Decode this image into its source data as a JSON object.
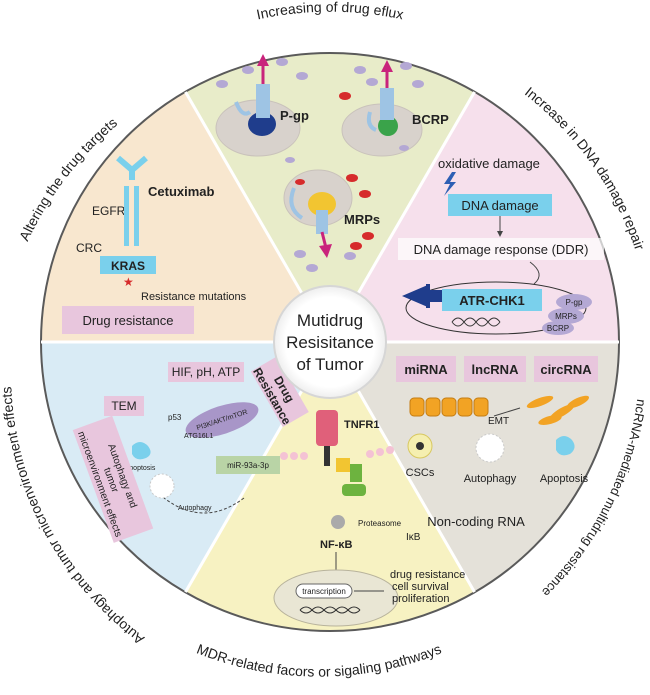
{
  "center": {
    "line1": "Mutidrug",
    "line2": "Resisitance",
    "line3": "of Tumor"
  },
  "outer_labels": {
    "drug_efflux": "Increasing of drug eflux",
    "dna_repair": "Increase in DNA damage repair",
    "ncrna": "ncRNA-mediated multidrug resistance",
    "pathways": "MDR-related facors or sigaling pathways",
    "autophagy": "Autophagy and tumor microenvironment effects",
    "targets": "Altering the drug targets"
  },
  "efflux": {
    "pgp": "P-gp",
    "bcrp": "BCRP",
    "mrps": "MRPs"
  },
  "targets": {
    "cetuximab": "Cetuximab",
    "egfr": "EGFR",
    "crc": "CRC",
    "kras": "KRAS",
    "mutations": "Resistance mutations",
    "drug_resistance": "Drug resistance"
  },
  "dna": {
    "oxidative": "oxidative damage",
    "damage": "DNA damage",
    "ddr": "DNA damage response (DDR)",
    "atr": "ATR-CHK1",
    "pgp": "P-gp",
    "mrps": "MRPs",
    "bcrp": "BCRP"
  },
  "ncrna": {
    "mirna": "miRNA",
    "lncrna": "lncRNA",
    "circrna": "circRNA",
    "emt": "EMT",
    "cscs": "CSCs",
    "autophagy": "Autophagy",
    "apoptosis": "Apoptosis",
    "noncoding": "Non-coding RNA"
  },
  "pathways": {
    "tnfr1": "TNFR1",
    "proteasome": "Proteasome",
    "ikb": "IκB",
    "nfkb": "NF-κB",
    "transcription": "transcription",
    "out1": "drug resistance",
    "out2": "cell survival",
    "out3": "proliferation"
  },
  "autophagy": {
    "hif": "HIF, pH, ATP",
    "drug_res1": "Drug",
    "drug_res2": "Resistance",
    "tem": "TEM",
    "p53": "p53",
    "pi3k": "PI3K/AKT/mTOR",
    "atg": "ATG16L1",
    "apoptosis": "Apoptosis",
    "mir": "miR-93a-3p",
    "autophagy_small": "Autophagy",
    "vbox1": "Autophagy and",
    "vbox2": "tumor",
    "vbox3": "microenvironment effects"
  },
  "colors": {
    "top": "#e8ecc9",
    "upper_right": "#f6e0ec",
    "lower_right": "#e4e1d9",
    "bottom": "#f7f2c2",
    "lower_left": "#d9ebf5",
    "upper_left": "#f8e7cf",
    "box_blue": "#7ad0ec",
    "box_pink": "#e8c6dd",
    "pink_dark": "#c9247c",
    "red": "#d62b2b"
  }
}
